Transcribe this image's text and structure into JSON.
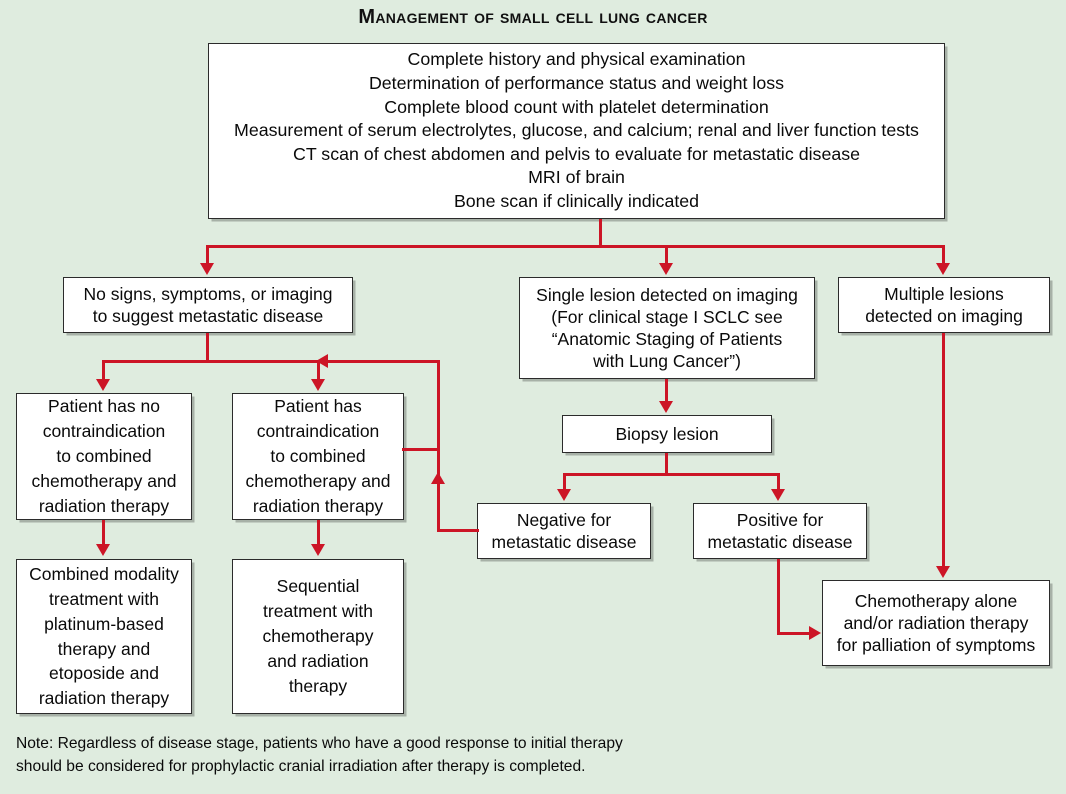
{
  "title": "Management of Small Cell Lung Cancer",
  "colors": {
    "background": "#dfecdf",
    "connector": "#cc1526",
    "node_fill": "#ffffff",
    "node_border": "#2b2b2b",
    "text": "#0a0a0a"
  },
  "nodes": {
    "workup": "Complete history and physical examination\nDetermination of performance status and weight loss\nComplete blood count with platelet determination\nMeasurement of serum electrolytes, glucose, and calcium; renal and liver function tests\nCT scan of chest abdomen and pelvis to evaluate for metastatic disease\nMRI of brain\nBone scan if clinically indicated",
    "no_signs": "No signs, symptoms, or imaging\nto suggest metastatic disease",
    "single_lesion": "Single lesion detected on imaging\n(For clinical stage I SCLC see\n“Anatomic Staging of Patients\nwith Lung Cancer”)",
    "multiple_lesions": "Multiple lesions\ndetected on imaging",
    "no_contraindication": "Patient has no\ncontraindication\nto combined\nchemotherapy and\nradiation therapy",
    "has_contraindication": "Patient has\ncontraindication\nto combined\nchemotherapy and\nradiation therapy",
    "combined_modality": "Combined modality\ntreatment with\nplatinum-based\ntherapy and\netoposide and\nradiation therapy",
    "sequential": "Sequential\ntreatment with\nchemotherapy\nand radiation\ntherapy",
    "biopsy": "Biopsy lesion",
    "negative": "Negative for\nmetastatic disease",
    "positive": "Positive for\nmetastatic disease",
    "palliation": "Chemotherapy alone\nand/or radiation therapy\nfor palliation of symptoms"
  },
  "footer": {
    "note": "Note: Regardless of disease stage, patients who have a good response to initial therapy\nshould be considered for prophylactic cranial irradiation after therapy is completed."
  }
}
